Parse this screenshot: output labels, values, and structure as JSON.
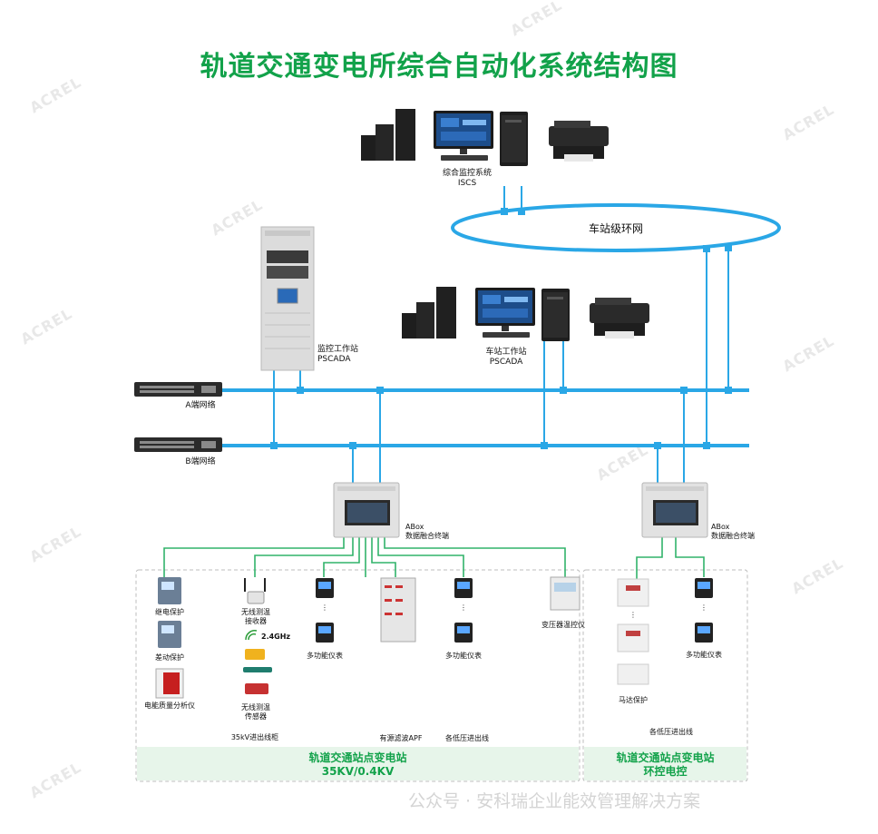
{
  "title": "轨道交通变电所综合自动化系统结构图",
  "watermark": "ACREL",
  "colors": {
    "title": "#12a24a",
    "network": "#2aa7e6",
    "field_bus": "#31b36a",
    "panel_bg": "#e7f5ea"
  },
  "iscs": {
    "label_line1": "综合监控系统",
    "label_line2": "ISCS"
  },
  "ring": {
    "label": "车站级环网"
  },
  "pscada_cabinet": {
    "label_line1": "监控工作站",
    "label_line2": "PSCADA"
  },
  "station_ws": {
    "label_line1": "车站工作站",
    "label_line2": "PSCADA"
  },
  "network_a": {
    "label": "A端网络"
  },
  "network_b": {
    "label": "B端网络"
  },
  "abox_left": {
    "label_line1": "ABox",
    "label_line2": "数据融合终端"
  },
  "abox_right": {
    "label_line1": "ABox",
    "label_line2": "数据融合终端"
  },
  "devices": {
    "relay": "继电保护",
    "diff": "差动保护",
    "pq": "电能质量分析仪",
    "wireless_rx_line1": "无线测温",
    "wireless_rx_line2": "接收器",
    "freq": "2.4GHz",
    "wireless_tx_line1": "无线测温",
    "wireless_tx_line2": "传感器",
    "meter_left": "多功能仪表",
    "meter_mid": "多功能仪表",
    "transformer_ctrl": "变压器温控仪",
    "meter_right": "多功能仪表",
    "motor": "马达保护",
    "dots": "⋮"
  },
  "bottom_labels": {
    "kv35_lines": "35kV进出线柜",
    "apf": "有源滤波APF",
    "lv_lines_left": "各低压进出线",
    "lv_lines_right": "各低压进出线"
  },
  "panel_left": {
    "line1": "轨道交通站点变电站",
    "line2": "35KV/0.4KV"
  },
  "panel_right": {
    "line1": "轨道交通站点变电站",
    "line2": "环控电控"
  },
  "footer_watermark": "公众号 · 安科瑞企业能效管理解决方案"
}
